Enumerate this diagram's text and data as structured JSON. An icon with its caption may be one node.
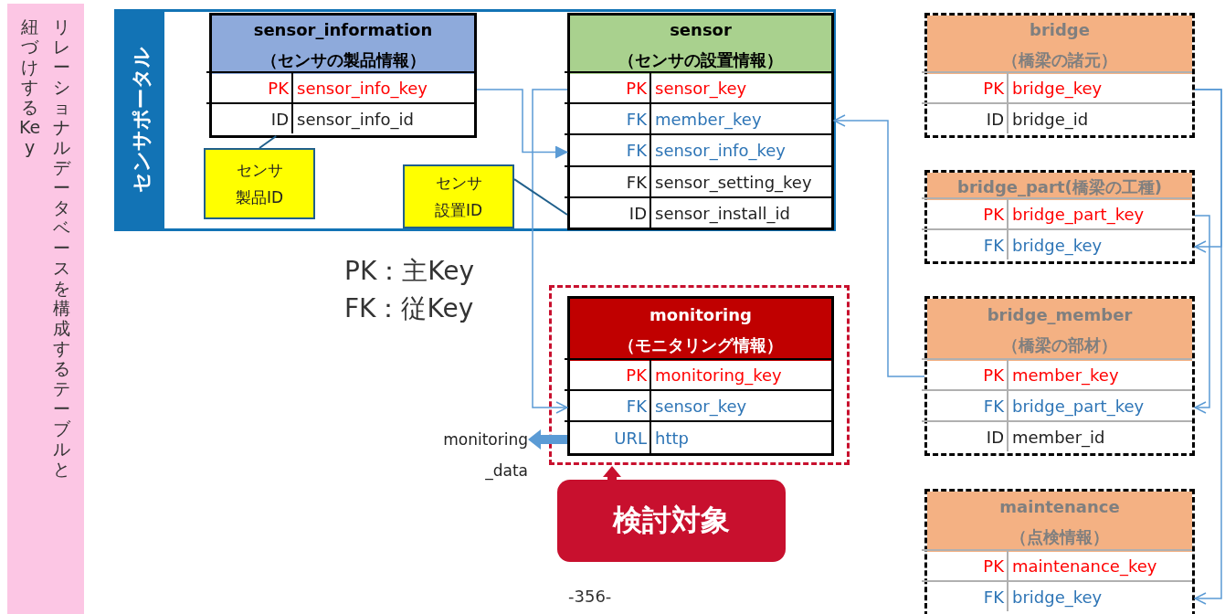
{
  "diagram": {
    "nodes": [
      {
        "text": [
          "リレーショナルデータベースを構成するテーブルと紐づけするKey"
        ]
      },
      {
        "text": [
          "センサポータル"
        ]
      },
      {
        "text": [
          "sensor_information",
          "（センサの製品情報）"
        ],
        "in": 1
      },
      {
        "text": [
          "PK",
          "sensor_info_key"
        ],
        "in": 2
      },
      {
        "text": [
          "ID",
          "sensor_info_id"
        ],
        "in": 2
      },
      {
        "text": [
          "sensor",
          "（センサの設置情報）"
        ],
        "in": 1
      },
      {
        "text": [
          "PK",
          "sensor_key"
        ],
        "in": 5
      },
      {
        "text": [
          "FK",
          "member_key"
        ],
        "in": 5
      },
      {
        "text": [
          "FK",
          "sensor_info_key"
        ],
        "in": 5
      },
      {
        "text": [
          "FK",
          "sensor_setting_key"
        ],
        "in": 5
      },
      {
        "text": [
          "ID",
          "sensor_install_id"
        ],
        "in": 5
      },
      {
        "text": [
          "センサ製品ID"
        ],
        "in": 1
      },
      {
        "text": [
          "センサ設置ID"
        ],
        "in": 1
      },
      {
        "text": [],
        "shape": "box"
      },
      {
        "text": [
          "monitoring",
          "（モニタリング情報）"
        ],
        "in": 13
      },
      {
        "text": [
          "PK",
          "monitoring_key"
        ],
        "in": 14
      },
      {
        "text": [
          "FK",
          "sensor_key"
        ],
        "in": 14
      },
      {
        "text": [
          "URL",
          "http"
        ],
        "in": 14
      },
      {
        "text": [
          "monitoring _data"
        ]
      },
      {
        "text": [
          "検討対象"
        ]
      },
      {
        "text": [
          "bridge",
          "（橋梁の諸元）"
        ]
      },
      {
        "text": [
          "PK",
          "bridge_key"
        ],
        "in": 20
      },
      {
        "text": [
          "ID",
          "bridge_id"
        ],
        "in": 20
      },
      {
        "text": [
          "bridge_part(橋梁の工種)"
        ]
      },
      {
        "text": [
          "PK",
          "bridge_part_key"
        ],
        "in": 23
      },
      {
        "text": [
          "FK",
          "bridge_key"
        ],
        "in": 23
      },
      {
        "text": [
          "bridge_member",
          "（橋梁の部材）"
        ]
      },
      {
        "text": [
          "PK",
          "member_key"
        ],
        "in": 26
      },
      {
        "text": [
          "FK",
          "bridge_part_key"
        ],
        "in": 26
      },
      {
        "text": [
          "ID",
          "member_id"
        ],
        "in": 26
      },
      {
        "text": [
          "maintenance",
          "（点検情報）"
        ]
      },
      {
        "text": [
          "PK",
          "maintenance_key"
        ],
        "in": 30
      },
      {
        "text": [
          "FK",
          "bridge_key"
        ],
        "in": 30
      }
    ],
    "edges": [
      {
        "from": 3,
        "to": 8,
        "arrow": "to"
      },
      {
        "from": 6,
        "to": 16,
        "arrow": "to"
      },
      {
        "from": 27,
        "to": 7,
        "arrow": "to"
      },
      {
        "from": 21,
        "to": 25,
        "arrow": "to"
      },
      {
        "from": 21,
        "to": 32,
        "arrow": "to"
      },
      {
        "from": 24,
        "to": 28,
        "arrow": "to"
      },
      {
        "from": 11,
        "to": 4,
        "arrow": "none"
      },
      {
        "from": 12,
        "to": 10,
        "arrow": "none"
      },
      {
        "from": 17,
        "to": 18,
        "arrow": "to",
        "style": "thick"
      },
      {
        "from": 19,
        "to": 13,
        "arrow": "to",
        "style": "thick",
        "color": "#c8102e"
      }
    ],
    "labels": [
      "PK：主Key",
      "FK：従Key",
      "-356-"
    ]
  }
}
